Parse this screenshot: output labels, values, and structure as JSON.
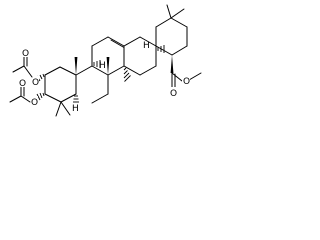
{
  "molecule": {
    "atom_labels": {
      "o1": "O",
      "o2": "O",
      "o3": "O",
      "o4": "O",
      "o5": "O",
      "o6": "O",
      "h1": "H",
      "h2": "H",
      "h3": "H"
    }
  }
}
